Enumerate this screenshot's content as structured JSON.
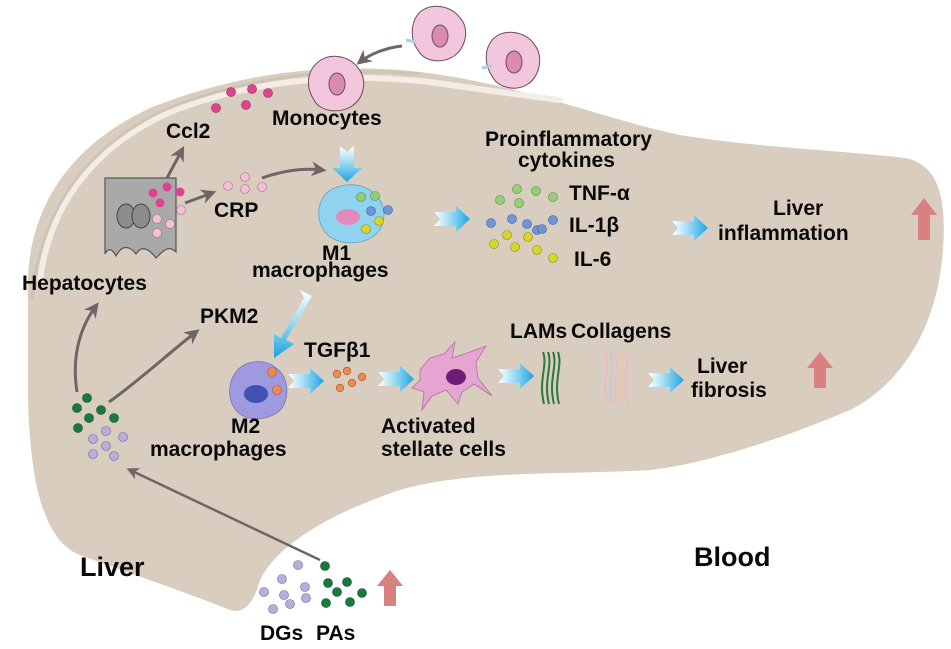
{
  "figure": {
    "title": "Liver inflammation and fibrosis pathway",
    "colors": {
      "liver_fill": "#d8cdbf",
      "liver_highlight": "#f3ede5",
      "gray_arrow": "#6f6566",
      "blue_arrow": "#21a7e6",
      "up_arrow": "#d98080",
      "monocyte": "#f2c6dc",
      "monocyte_nucleus": "#d98bb0",
      "ccl2_dot": "#e0438d",
      "crp_dot": "#f1bfd6",
      "m1_cell": "#8fd3ee",
      "m2_cell": "#9f9ae0",
      "stellate": "#e6a4d3",
      "dg_dot": "#b9addb",
      "pa_dot": "#1a7a3e",
      "tnf_dot": "#93cf79",
      "il1_dot": "#6d95d8",
      "il6_dot": "#d6d62a",
      "tgf_dot": "#ef8a4e"
    }
  },
  "labels": {
    "monocytes": "Monocytes",
    "ccl2": "Ccl2",
    "crp": "CRP",
    "hepatocytes": "Hepatocytes",
    "m1_line1": "M1",
    "m1_line2": "macrophages",
    "proinflammatory_line1": "Proinflammatory",
    "proinflammatory_line2": "cytokines",
    "tnf": "TNF-α",
    "il1": "IL-1β",
    "il6": "IL-6",
    "liver_inflammation_line1": "Liver",
    "liver_inflammation_line2": "inflammation",
    "pkm2": "PKM2",
    "tgfb1": "TGFβ1",
    "m2_line1": "M2",
    "m2_line2": "macrophages",
    "activated_line1": "Activated",
    "activated_line2": "stellate cells",
    "lams": "LAMs",
    "collagens": "Collagens",
    "liver_fibrosis_line1": "Liver",
    "liver_fibrosis_line2": "fibrosis",
    "liver": "Liver",
    "blood": "Blood",
    "dgs": "DGs",
    "pas": "PAs"
  }
}
